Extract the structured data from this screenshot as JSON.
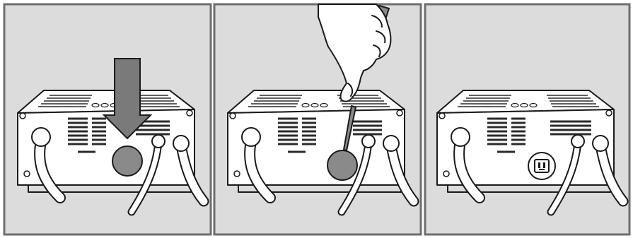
{
  "figure": {
    "panel_count": 3,
    "colors": {
      "panel_background": "#dcdcdc",
      "panel_border": "#6e6e6e",
      "device_body": "#ffffff",
      "outline": "#1a1a1a",
      "vent_slat": "#2a2a2a",
      "cover_disc": "#8a8a8a",
      "arrow": "#7a7a7a",
      "cable": "#ffffff"
    },
    "panels": [
      {
        "step": 1,
        "elements": [
          "down-arrow-icon",
          "cover-disc",
          "cable",
          "vent-grille",
          "corner-screw"
        ]
      },
      {
        "step": 2,
        "elements": [
          "hand-with-screwdriver-icon",
          "cover-disc",
          "cable",
          "vent-grille",
          "corner-screw"
        ]
      },
      {
        "step": 3,
        "elements": [
          "power-socket-icon",
          "cable",
          "vent-grille",
          "corner-screw"
        ]
      }
    ]
  }
}
